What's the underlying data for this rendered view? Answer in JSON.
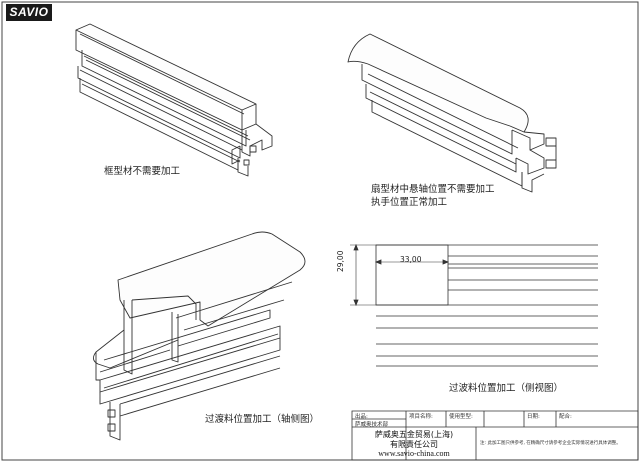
{
  "logo": "SAVIO",
  "captions": {
    "frame": "框型材不需要加工",
    "sash_line1": "扇型材中悬轴位置不需要加工",
    "sash_line2": "执手位置正常加工",
    "transition_axo": "过渡料位置加工（轴侧图）",
    "transition_side": "过波料位置加工（侧视图）"
  },
  "dimensions": {
    "width": "33,00",
    "height": "29,00"
  },
  "title_block": {
    "drawn_by": "出品:",
    "dept": "萨威奥技术部",
    "project_name": "项目名称:",
    "project_type": "使用型型:",
    "date": "日期:",
    "approved": "配合:",
    "company_name": "萨威奥五金贸易(上海)",
    "company_suffix": "有限責任公司",
    "website": "www.savio-china.com",
    "note": "注: 此加工图只供参考, 在精确尺寸请参考企业实际情况进行具体调整。"
  }
}
